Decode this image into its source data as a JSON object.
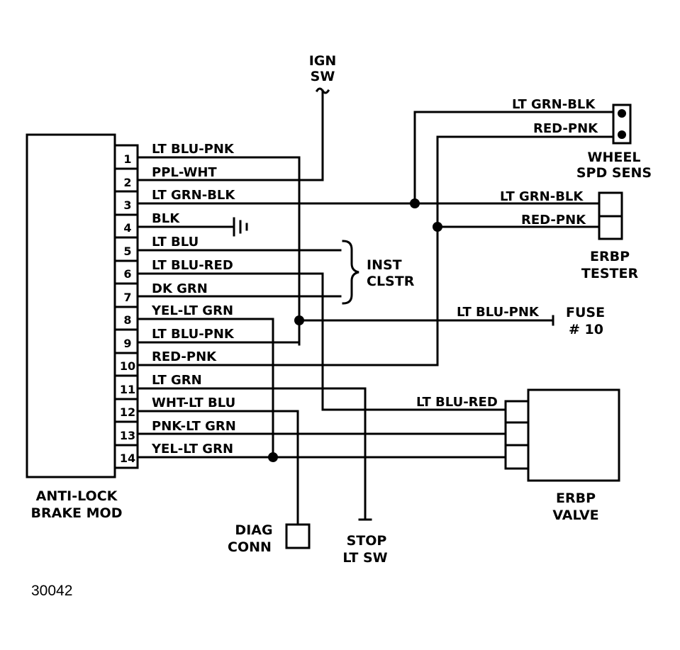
{
  "figure_number": "30042",
  "module": {
    "line1": "ANTI-LOCK",
    "line2": "BRAKE MOD"
  },
  "pins": [
    {
      "num": "1",
      "wire": "LT BLU-PNK"
    },
    {
      "num": "2",
      "wire": "PPL-WHT"
    },
    {
      "num": "3",
      "wire": "LT GRN-BLK"
    },
    {
      "num": "4",
      "wire": "BLK"
    },
    {
      "num": "5",
      "wire": "LT BLU"
    },
    {
      "num": "6",
      "wire": "LT BLU-RED"
    },
    {
      "num": "7",
      "wire": "DK GRN"
    },
    {
      "num": "8",
      "wire": "YEL-LT GRN"
    },
    {
      "num": "9",
      "wire": "LT BLU-PNK"
    },
    {
      "num": "10",
      "wire": "RED-PNK"
    },
    {
      "num": "11",
      "wire": "LT GRN"
    },
    {
      "num": "12",
      "wire": "WHT-LT BLU"
    },
    {
      "num": "13",
      "wire": "PNK-LT GRN"
    },
    {
      "num": "14",
      "wire": "YEL-LT GRN"
    }
  ],
  "ign_sw": {
    "line1": "IGN",
    "line2": "SW"
  },
  "wheel_spd_sens": {
    "line1": "WHEEL",
    "line2": "SPD SENS",
    "wire1": "LT GRN-BLK",
    "wire2": "RED-PNK"
  },
  "erbp_tester": {
    "line1": "ERBP",
    "line2": "TESTER",
    "wire1": "LT GRN-BLK",
    "wire2": "RED-PNK"
  },
  "inst_clstr": {
    "line1": "INST",
    "line2": "CLSTR"
  },
  "fuse": {
    "line1": "FUSE",
    "line2": "# 10",
    "wire": "LT BLU-PNK"
  },
  "erbp_valve": {
    "line1": "ERBP",
    "line2": "VALVE",
    "wire": "LT BLU-RED"
  },
  "diag_conn": {
    "line1": "DIAG",
    "line2": "CONN"
  },
  "stop_lt_sw": {
    "line1": "STOP",
    "line2": "LT SW"
  }
}
